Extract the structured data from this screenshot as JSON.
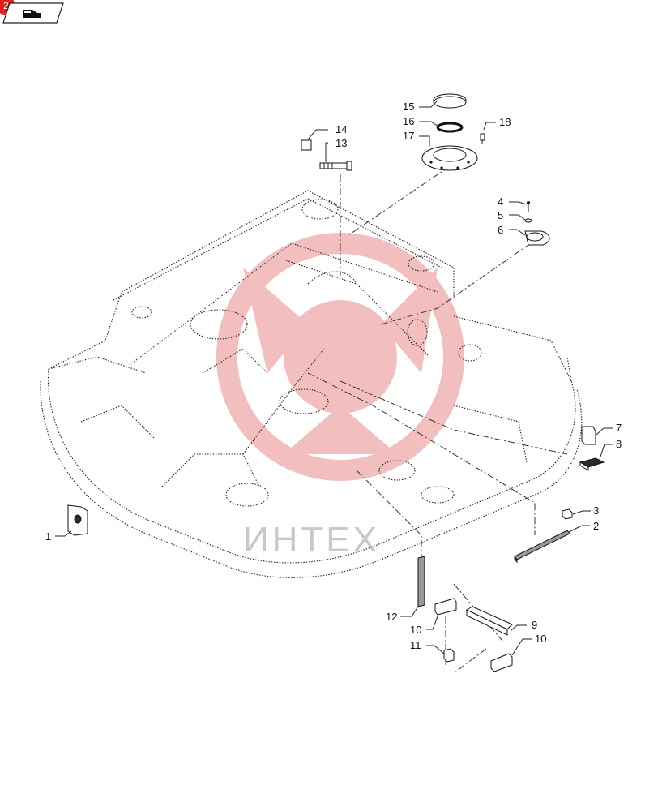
{
  "badge": {
    "number": "2",
    "color": "#e0201c"
  },
  "nav": {
    "icon": "hand-pointer-icon"
  },
  "watermark": {
    "text": "ИНТЕХ",
    "color": "#ea8a8a"
  },
  "callouts": [
    {
      "id": "c1",
      "label": "1"
    },
    {
      "id": "c2",
      "label": "2"
    },
    {
      "id": "c3",
      "label": "3"
    },
    {
      "id": "c4",
      "label": "4"
    },
    {
      "id": "c5",
      "label": "5"
    },
    {
      "id": "c6",
      "label": "6"
    },
    {
      "id": "c7",
      "label": "7"
    },
    {
      "id": "c8",
      "label": "8"
    },
    {
      "id": "c9",
      "label": "9"
    },
    {
      "id": "c10a",
      "label": "10"
    },
    {
      "id": "c10b",
      "label": "10"
    },
    {
      "id": "c11",
      "label": "11"
    },
    {
      "id": "c12",
      "label": "12"
    },
    {
      "id": "c13",
      "label": "13"
    },
    {
      "id": "c14",
      "label": "14"
    },
    {
      "id": "c15",
      "label": "15"
    },
    {
      "id": "c16",
      "label": "16"
    },
    {
      "id": "c17",
      "label": "17"
    },
    {
      "id": "c18",
      "label": "18"
    }
  ]
}
